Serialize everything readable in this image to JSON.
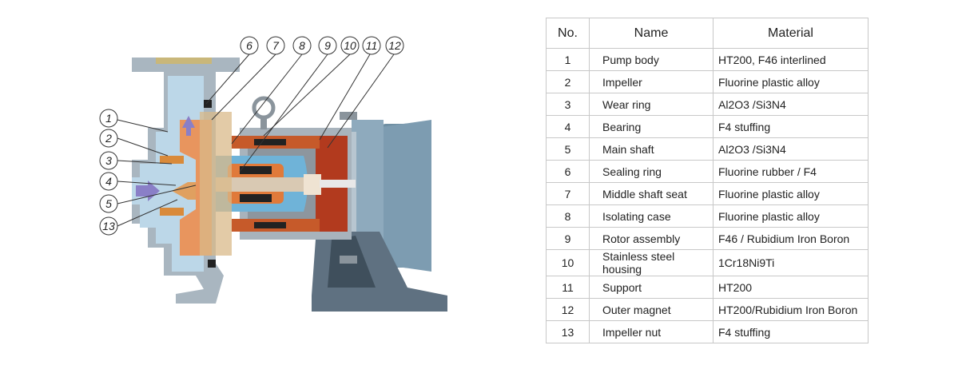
{
  "table": {
    "headers": [
      "No.",
      "Name",
      "Material"
    ],
    "rows": [
      {
        "no": "1",
        "name": "Pump body",
        "material": "HT200, F46 interlined"
      },
      {
        "no": "2",
        "name": "Impeller",
        "material": "Fluorine plastic alloy"
      },
      {
        "no": "3",
        "name": "Wear ring",
        "material": "Al2O3 /Si3N4"
      },
      {
        "no": "4",
        "name": "Bearing",
        "material": "F4 stuffing"
      },
      {
        "no": "5",
        "name": "Main shaft",
        "material": "Al2O3 /Si3N4"
      },
      {
        "no": "6",
        "name": "Sealing ring",
        "material": "Fluorine rubber / F4"
      },
      {
        "no": "7",
        "name": "Middle shaft seat",
        "material": "Fluorine plastic alloy"
      },
      {
        "no": "8",
        "name": "Isolating case",
        "material": "Fluorine plastic alloy"
      },
      {
        "no": "9",
        "name": "Rotor assembly",
        "material": "F46 / Rubidium Iron Boron"
      },
      {
        "no": "10",
        "name": "Stainless steel housing",
        "material": "1Cr18Ni9Ti"
      },
      {
        "no": "11",
        "name": "Support",
        "material": "HT200"
      },
      {
        "no": "12",
        "name": "Outer magnet",
        "material": "HT200/Rubidium Iron Boron"
      },
      {
        "no": "13",
        "name": "Impeller nut",
        "material": "F4 stuffing"
      }
    ]
  },
  "diagram": {
    "callouts_left": [
      "1",
      "2",
      "3",
      "4",
      "5",
      "13"
    ],
    "callouts_top": [
      "6",
      "7",
      "8",
      "9",
      "10",
      "11",
      "12"
    ]
  }
}
